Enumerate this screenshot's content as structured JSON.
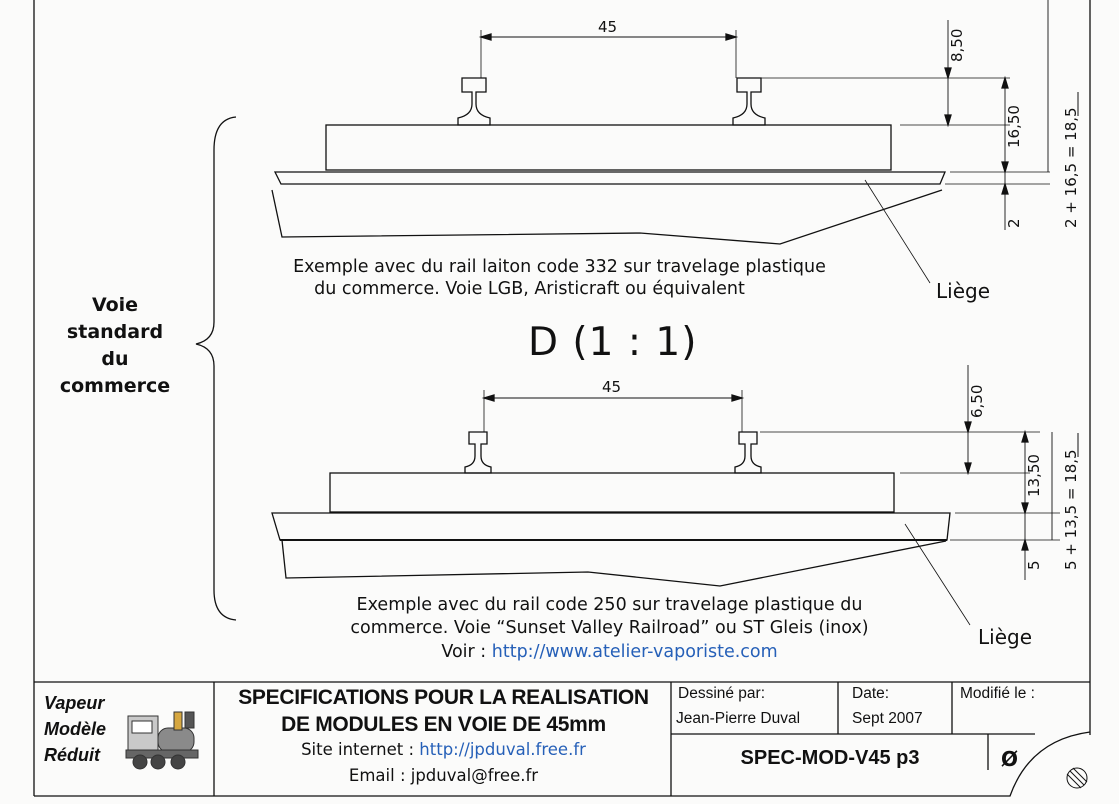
{
  "diagram": {
    "top": {
      "dim_gauge": "45",
      "dim_rail_height": "8,50",
      "dim_tie_height": "16,50",
      "dim_total": "2 + 16,5 = 18,5",
      "dim_cork": "2",
      "caption_line1": "Exemple avec du rail laiton code 332 sur travelage plastique",
      "caption_line2": "du commerce. Voie LGB, Aristicraft ou équivalent",
      "liege": "Liège"
    },
    "scale_title": "D (1 : 1)",
    "side_label": [
      "Voie",
      "standard",
      "du",
      "commerce"
    ],
    "bottom": {
      "dim_gauge": "45",
      "dim_rail_height": "6,50",
      "dim_tie_height": "13,50",
      "dim_total": "5 + 13,5 = 18,5",
      "dim_cork": "5",
      "caption_line1": "Exemple avec du rail code 250 sur travelage plastique du",
      "caption_line2": "commerce. Voie “Sunset Valley Railroad” ou ST Gleis (inox)",
      "link_prefix": "Voir : ",
      "link_url": "http://www.atelier-vaporiste.com",
      "liege": "Liège"
    }
  },
  "title_block": {
    "logo_lines": [
      "Vapeur",
      "Modèle",
      "Réduit"
    ],
    "title_line1": "SPECIFICATIONS POUR LA REALISATION",
    "title_line2": "DE MODULES EN VOIE DE 45mm",
    "site_label": "Site internet : ",
    "site_url": "http://jpduval.free.fr",
    "email_label": "Email : ",
    "email": "jpduval@free.fr",
    "drawn_by_label": "Dessiné par:",
    "drawn_by": "Jean-Pierre Duval",
    "date_label": "Date:",
    "date": "Sept 2007",
    "modified_label": "Modifié le :",
    "doc_code": "SPEC-MOD-V45 p3",
    "revision": "Ø"
  },
  "colors": {
    "link": "#2660b8",
    "ink": "#111111"
  }
}
